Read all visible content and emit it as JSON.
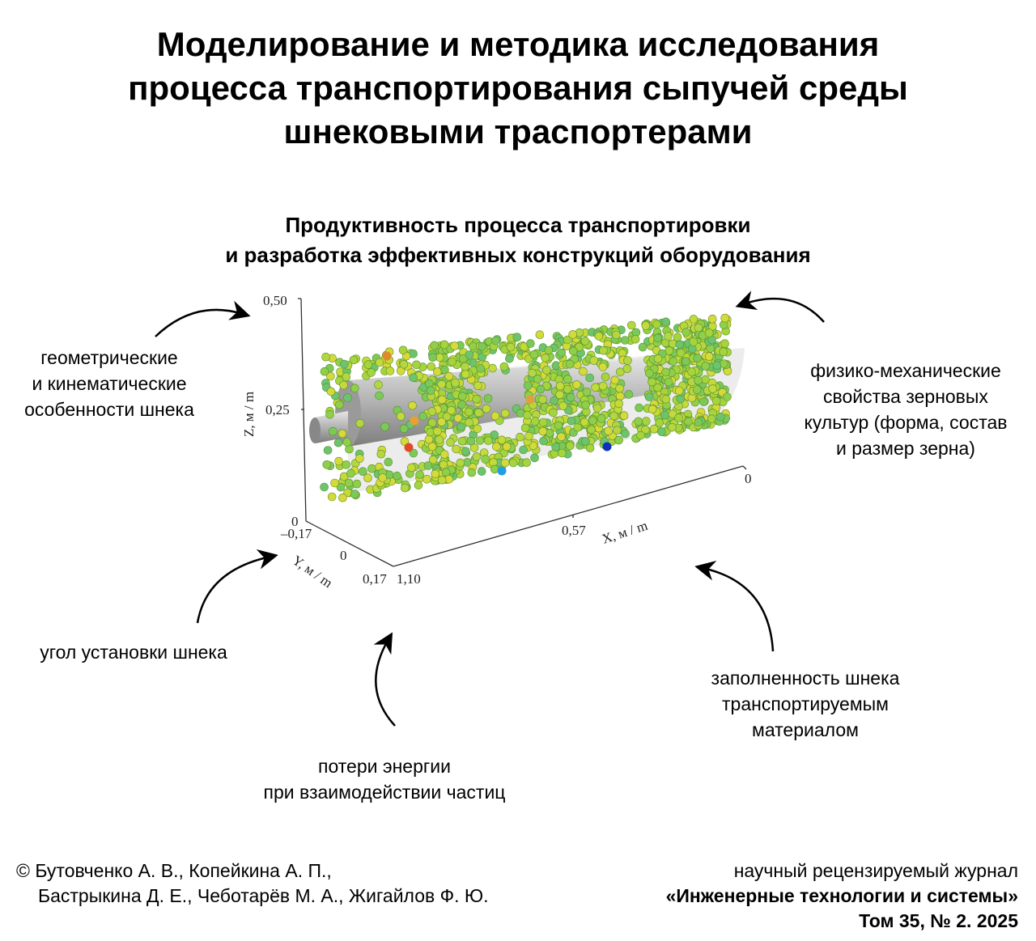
{
  "title": {
    "lines": [
      "Моделирование и методика исследования",
      "процесса транспортирования сыпучей среды",
      "шнековыми траспортерами"
    ]
  },
  "subtitle": {
    "lines": [
      "Продуктивность процесса транспортировки",
      "и разработка эффективных конструкций оборудования"
    ]
  },
  "factors": {
    "geometry": [
      "геометрические",
      "и кинематические",
      "особенности шнека"
    ],
    "physics": [
      "физико-механические",
      "свойства зерновых",
      "культур (форма, состав",
      "и размер зерна)"
    ],
    "angle": [
      "угол установки шнека"
    ],
    "energy": [
      "потери  энергии",
      "при взаимодействии частиц"
    ],
    "fill": [
      "заполненность шнека",
      "транспортируемым",
      "материалом"
    ]
  },
  "figure": {
    "z_axis": {
      "label": "Z, м / m",
      "ticks": [
        "0,50",
        "0,25",
        "0"
      ]
    },
    "y_axis": {
      "label": "Y, м / m",
      "ticks": [
        "–0,17",
        "0",
        "0,17"
      ]
    },
    "x_axis": {
      "label": "X, м / m",
      "ticks": [
        "1,10",
        "0,57",
        "0"
      ]
    }
  },
  "footer": {
    "authors": [
      "© Бутовченко А. В., Копейкина А. П.,",
      "Бастрыкина Д. Е., Чеботарёв М. А., Жигайлов Ф. Ю."
    ],
    "journal": [
      "научный рецензируемый журнал",
      "«Инженерные технологии и системы»",
      "Том 35, № 2. 2025"
    ]
  },
  "colors": {
    "particle_main": "#9ccc3c",
    "particle_alt": "#d7d83a",
    "shaft": "#b8b8b8"
  }
}
